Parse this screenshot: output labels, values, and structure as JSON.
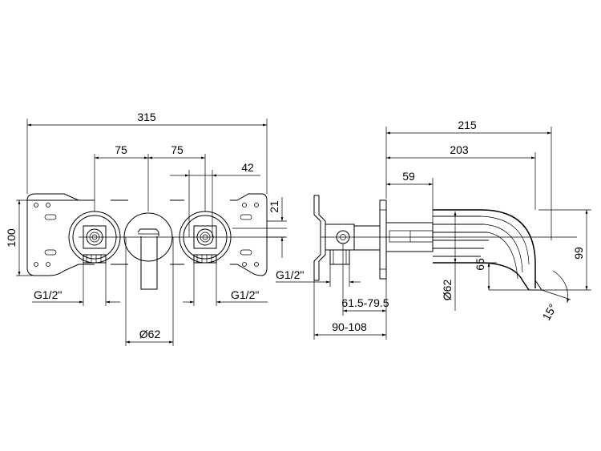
{
  "front_view": {
    "dim_total_width": "315",
    "dim_spacing_left": "75",
    "dim_spacing_right": "75",
    "dim_right_offset": "42",
    "dim_height": "100",
    "dim_top_offset": "21",
    "dim_thread_left": "G1/2\"",
    "dim_thread_right": "G1/2\"",
    "dim_diameter": "Ø62"
  },
  "side_view": {
    "dim_spout_total": "215",
    "dim_spout_reach": "203",
    "dim_spout_inner": "59",
    "dim_thread": "G1/2\"",
    "dim_depth_range": "61.5-79.5",
    "dim_install_range": "90-108",
    "dim_diameter": "Ø62",
    "dim_spout_height": "65",
    "dim_spout_drop": "99",
    "dim_angle": "15°"
  }
}
